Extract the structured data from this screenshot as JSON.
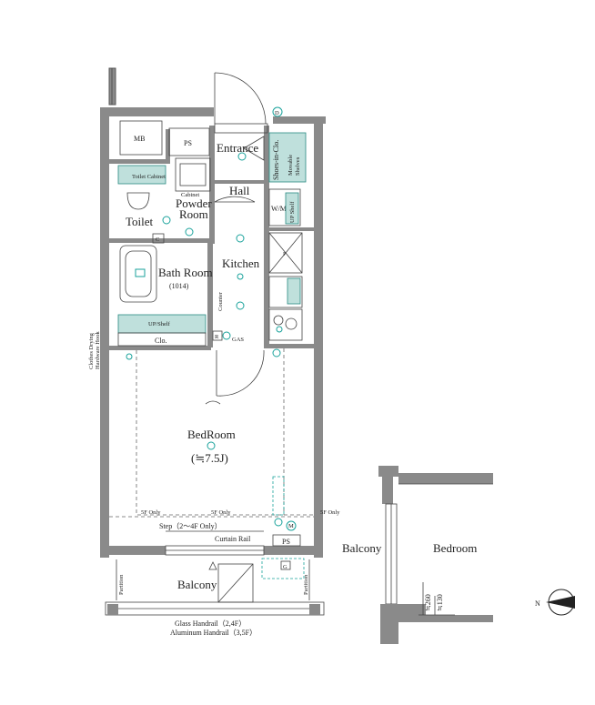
{
  "rooms": {
    "entrance": "Entrance",
    "hall": "Hall",
    "powder_room_1": "Powder",
    "powder_room_2": "Room",
    "toilet": "Toilet",
    "bath_room": "Bath Room",
    "bath_size": "(1014)",
    "kitchen": "Kitchen",
    "bedroom": "BedRoom",
    "bedroom_size": "(≒7.5J)",
    "balcony": "Balcony"
  },
  "labels": {
    "mb": "MB",
    "ps_top": "PS",
    "ps_bottom": "PS",
    "shoes_in_clo": "Shoes-in-Clo.",
    "movable_shelves_1": "Movable",
    "movable_shelves_2": "Shelves",
    "cabinet": "Cabinet",
    "toilet_cabinet": "Toilet Cabinet",
    "wm": "W/M",
    "up_shelf_right": "UP Shelf",
    "up_shelf": "UP/Shelf",
    "clo": "Clo.",
    "counter": "Counter",
    "gas": "GAS",
    "clothes_drying_1": "Clothes Drying",
    "clothes_drying_2": "Hardware Hook",
    "five_f_only_1": "5F Only",
    "five_f_only_2": "5F Only",
    "five_f_only_3": "5F Only",
    "step": "Step（2～4F Only）",
    "curtain_rail": "Curtain Rail",
    "partition_left": "Partition",
    "partition_right": "Partition",
    "glass_handrail": "Glass Handrail（2,4F）",
    "aluminum_handrail": "Aluminum Handrail（3,5F）",
    "section_balcony": "Balcony",
    "section_bedroom": "Bedroom",
    "dim_260": "≒260",
    "dim_130": "≒130",
    "north": "N",
    "sym_d": "D",
    "sym_c": "C",
    "sym_r": "R",
    "sym_g": "G",
    "sym_m": "M",
    "sym_p": "P"
  },
  "colors": {
    "wall": "#8a8a8a",
    "fixture_fill": "#bfe0dc",
    "fixture_line": "#19a29b"
  }
}
